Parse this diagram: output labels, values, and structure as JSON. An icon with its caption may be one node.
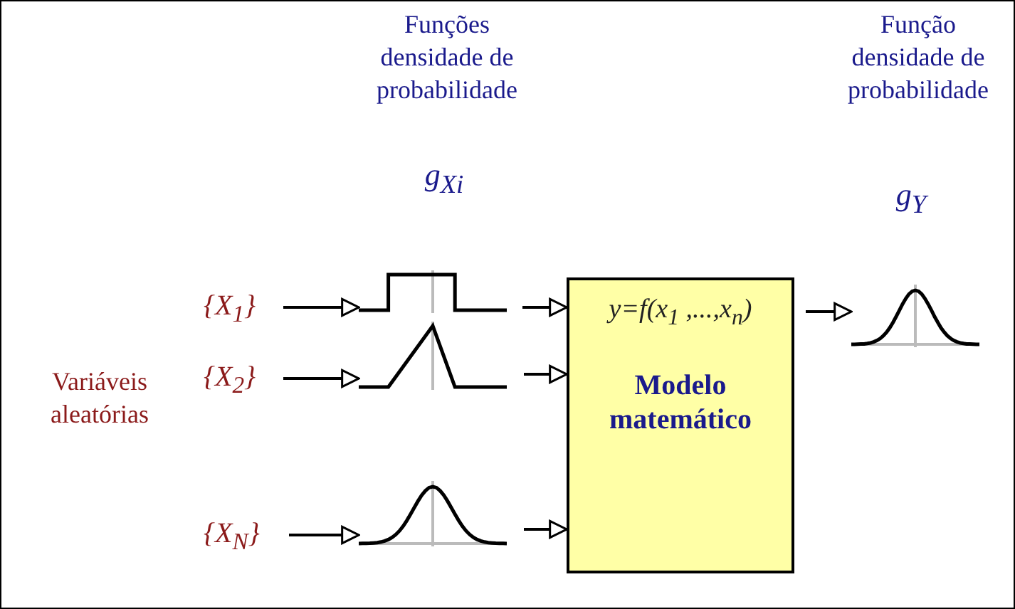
{
  "diagram": {
    "nodes": [
      {
        "text": [
          "{X$_{1}$}"
        ]
      },
      {
        "text": [],
        "shape": "picture"
      },
      {
        "text": [
          "{X$_{2}$}"
        ]
      },
      {
        "text": [],
        "shape": "picture"
      },
      {
        "text": [
          "{X$_{N}$}"
        ]
      },
      {
        "text": [],
        "shape": "picture"
      },
      {
        "text": [
          "y=f(x$_{1}$ ,...,x$_{n}$)",
          "Modelo matemático"
        ]
      },
      {
        "text": [],
        "shape": "picture"
      }
    ],
    "edges": [
      {
        "from": 0,
        "to": 1,
        "arrow": "to"
      },
      {
        "from": 1,
        "to": 6,
        "arrow": "to"
      },
      {
        "from": 2,
        "to": 3,
        "arrow": "to"
      },
      {
        "from": 3,
        "to": 6,
        "arrow": "to"
      },
      {
        "from": 4,
        "to": 5,
        "arrow": "to"
      },
      {
        "from": 5,
        "to": 6,
        "arrow": "to"
      },
      {
        "from": 6,
        "to": 7,
        "arrow": "to"
      }
    ],
    "labels": [
      "Funções densidade de probabilidade",
      "g$_{Xi}$",
      "Função densidade de probabilidade",
      "g$_{Y}$",
      "Variáveis aleatórias"
    ]
  }
}
